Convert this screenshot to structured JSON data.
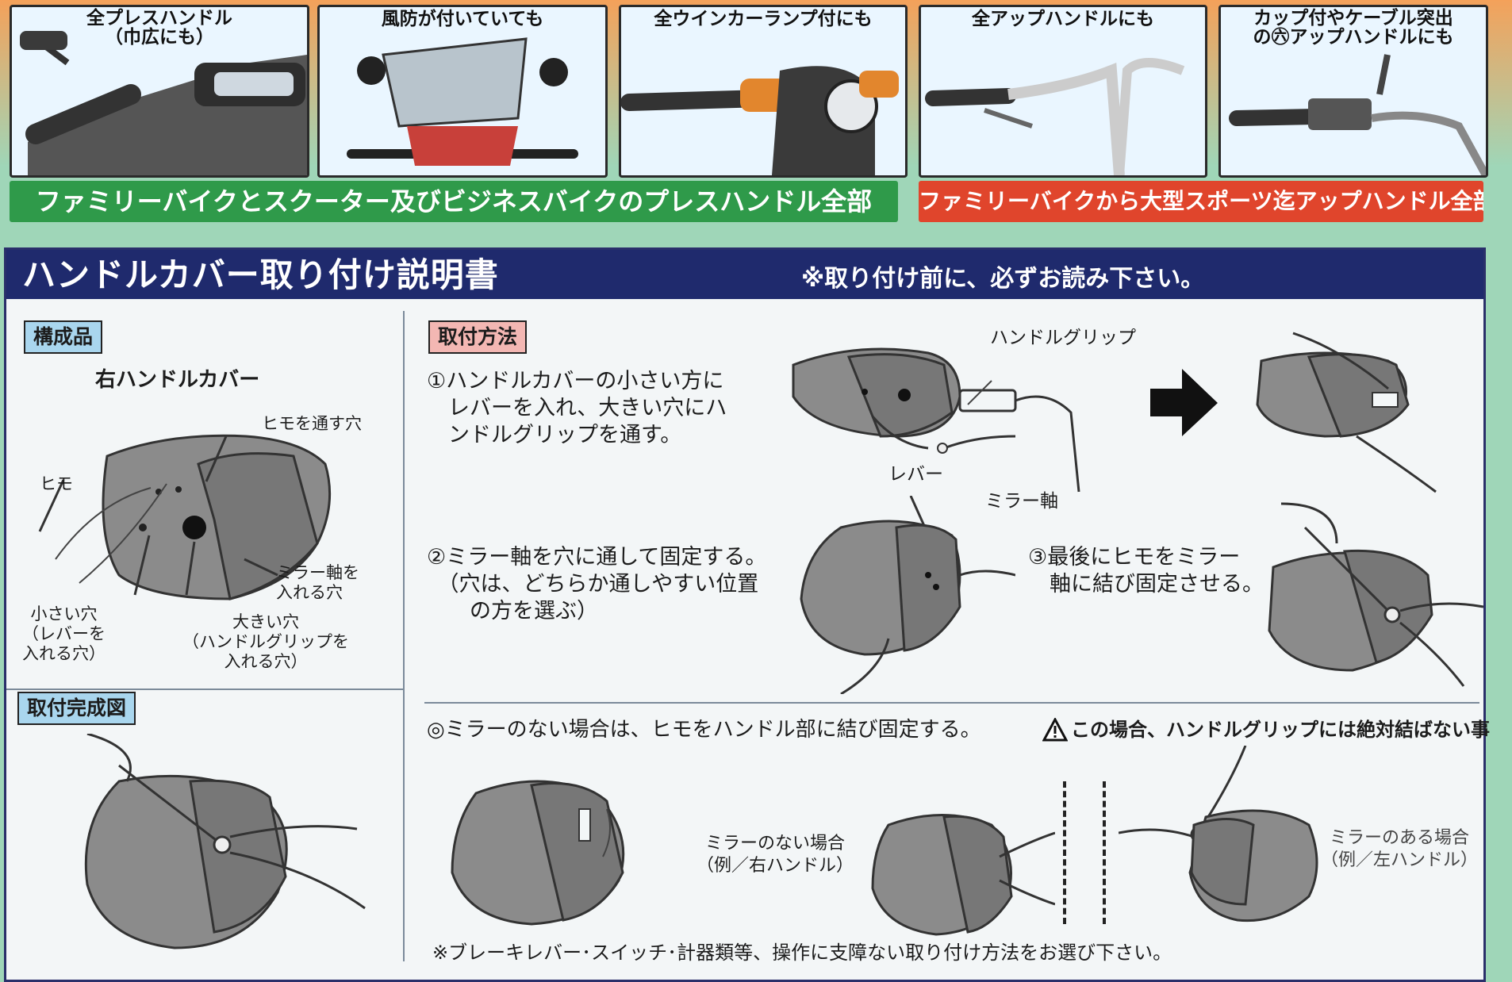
{
  "top_panels": [
    {
      "caption": "全プレスハンドル\n（巾広にも）"
    },
    {
      "caption": "風防が付いていても"
    },
    {
      "caption": "全ウインカーランプ付にも"
    },
    {
      "caption": "全アップハンドルにも"
    },
    {
      "caption": "カップ付やケーブル突出\nの㊅アップハンドルにも"
    }
  ],
  "banners": {
    "green": "ファミリーバイクとスクーター及びビジネスバイクのプレスハンドル全部",
    "red": "ファミリーバイクから大型スポーツ迄アップハンドル全部"
  },
  "colors": {
    "green": "#2f9a4a",
    "red": "#e0452c",
    "navy": "#1f2a6d"
  },
  "header": {
    "title": "ハンドルカバー取り付け説明書",
    "note": "※取り付け前に、必ずお読み下さい。"
  },
  "components": {
    "tag": "構成品",
    "title": "右ハンドルカバー",
    "labels": {
      "string_hole": "ヒモを通す穴",
      "string": "ヒモ",
      "mirror_hole": "ミラー軸を\n入れる穴",
      "small_hole": "小さい穴\n（レバーを\n入れる穴）",
      "large_hole": "大きい穴\n（ハンドルグリップを\n入れる穴）"
    }
  },
  "completed": {
    "tag": "取付完成図"
  },
  "method": {
    "tag": "取付方法",
    "step1": "①ハンドルカバーの小さい方に\n　レバーを入れ、大きい穴にハ\n　ンドルグリップを通す。",
    "step2": "②ミラー軸を穴に通して固定する。\n　（穴は、どちらか通しやすい位置\n　　の方を選ぶ）",
    "step3": "③最後にヒモをミラー\n　軸に結び固定させる。",
    "labels": {
      "grip": "ハンドルグリップ",
      "lever": "レバー",
      "mirror_axis": "ミラー軸"
    }
  },
  "no_mirror": {
    "text": "◎ミラーのない場合は、ヒモをハンドル部に結び固定する。",
    "warning": "この場合、ハンドルグリップには絶対結ばない事",
    "case_none": "ミラーのない場合\n（例／右ハンドル）",
    "case_with": "ミラーのある場合\n（例／左ハンドル）"
  },
  "footer_note": "※ブレーキレバー･スイッチ･計器類等、操作に支障ない取り付け方法をお選び下さい。"
}
